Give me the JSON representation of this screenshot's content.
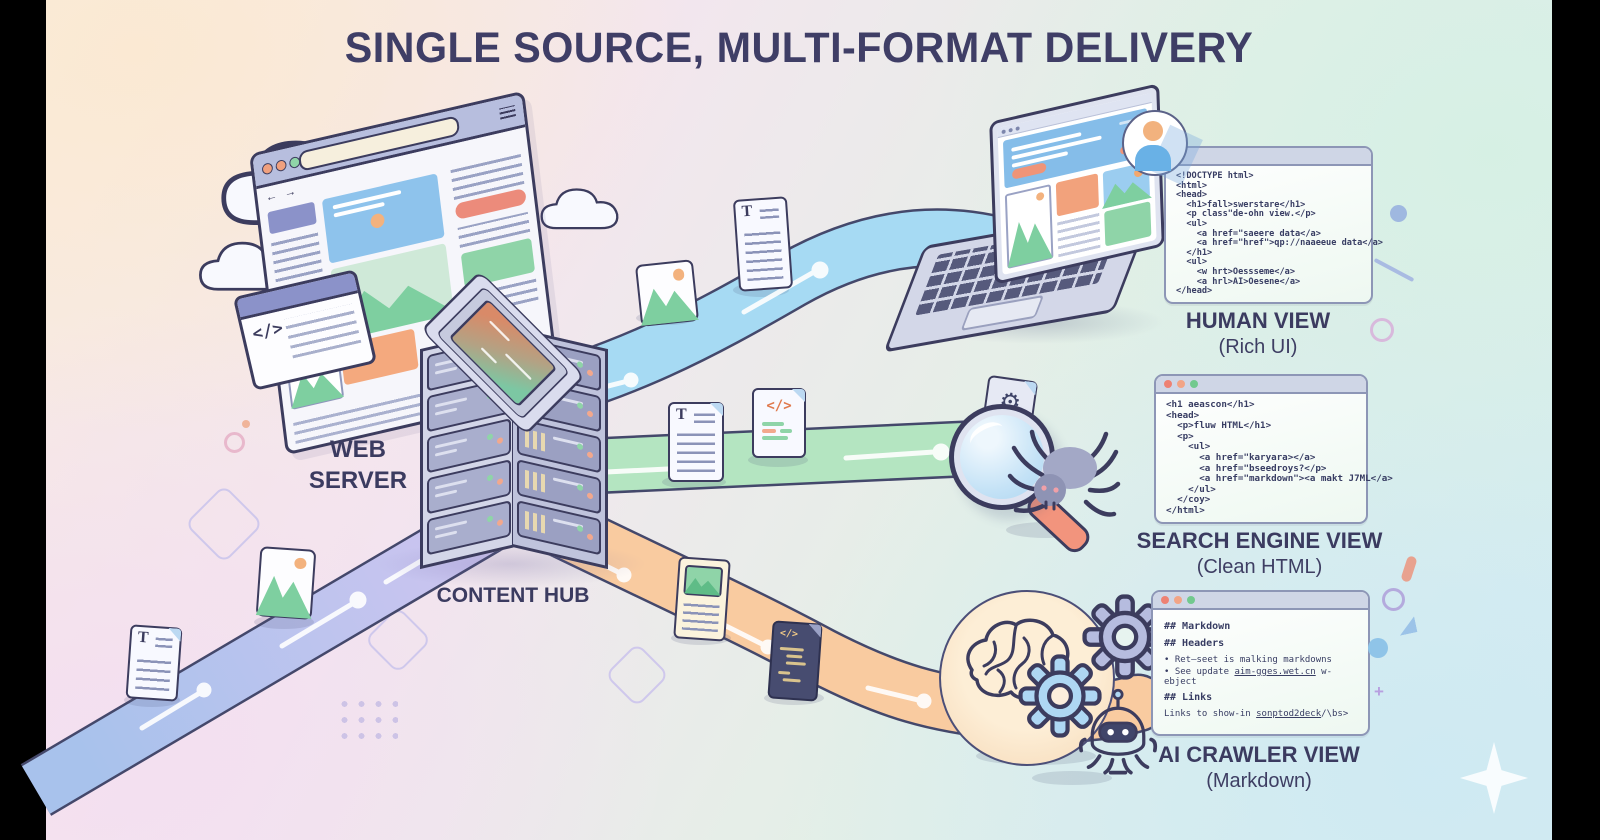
{
  "title": "SINGLE SOURCE, MULTI-FORMAT DELIVERY",
  "server": {
    "web_server_label": "WEB SERVER",
    "content_hub_label": "CONTENT HUB"
  },
  "icons": {
    "text_doc_letter": "T",
    "code_glyph": "</>",
    "gear_glyph": "⚙",
    "nav_arrows": "← →"
  },
  "views": {
    "human": {
      "label": "HUMAN VIEW",
      "sublabel": "(Rich UI)",
      "code": "<!DOCTYPE html>\n<html>\n<head>\n  <h1>fall>swerstare</h1>\n  <p class\"de-ohn view.</p>\n  <ul>\n    <a href=\"saeere data</a>\n    <a href=\"href\">qp://naaeeue data</a>\n  </h1>\n  <ul>\n    <w hrt>Oessseme</a>\n    <a hrl>AI>Oesene</a>\n</head>"
    },
    "search": {
      "label": "SEARCH ENGINE VIEW",
      "sublabel": "(Clean HTML)",
      "code": "<h1 aeascon</h1>\n<head>\n  <p>fluw HTML</h1>\n  <p>\n    <ul>\n      <a href=\"karyara></a>\n      <a href=\"bseedroys?</p>\n      <a href=\"markdown\"><a makt J7ML</a>\n    </ul>\n  </coy>\n</html>"
    },
    "crawler": {
      "label": "AI CRAWLER VIEW",
      "sublabel": "(Markdown)",
      "heading_markdown": "## Markdown",
      "heading_headers": "## Headers",
      "bullet_1": "• Ret—seet is malking markdowns",
      "bullet_2_pre": "• See update ",
      "bullet_2_link": "aim-gges.wet.cn",
      "bullet_2_post": " w-ebject",
      "heading_links": "## Links",
      "links_line_pre": "Links to show-in ",
      "links_line_link": "sonptod2deck",
      "links_line_post": "/\\bs>"
    }
  },
  "colors": {
    "outline_navy": "#3c3c5e",
    "path_blue": "#a6daf3",
    "path_green": "#b4e5c1",
    "path_orange": "#f9cba0",
    "path_purple": "#cbc2ef",
    "accent_salmon": "#ef9478",
    "accent_green": "#8fd4a8"
  }
}
